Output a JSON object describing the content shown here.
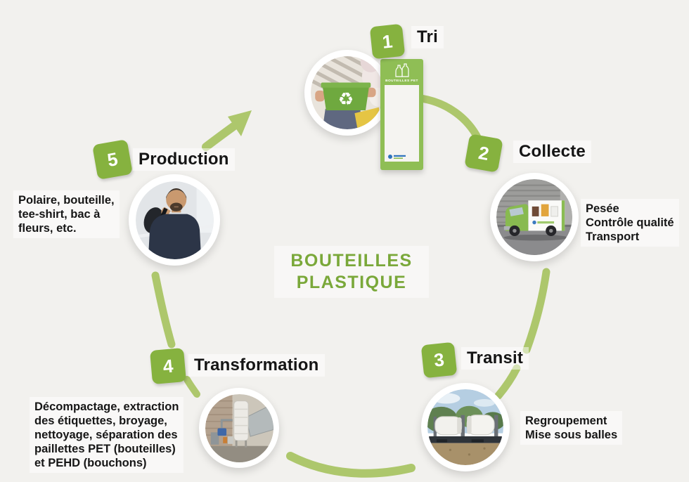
{
  "title": {
    "line1": "BOUTEILLES",
    "line2": "PLASTIQUE"
  },
  "banner": {
    "label": "BOUTEILLES PET"
  },
  "icons": {
    "recycle_symbol": "♻"
  },
  "steps": [
    {
      "number": "1",
      "label": "Tri",
      "details": []
    },
    {
      "number": "2",
      "label": "Collecte",
      "details": [
        "Pesée",
        "Contrôle qualité",
        "Transport"
      ]
    },
    {
      "number": "3",
      "label": "Transit",
      "details": [
        "Regroupement",
        "Mise sous balles"
      ]
    },
    {
      "number": "4",
      "label": "Transformation",
      "details": [
        "Décompactage, extraction",
        "des étiquettes, broyage,",
        "nettoyage, séparation des",
        "paillettes PET (bouteilles)",
        "et PEHD (bouchons)"
      ]
    },
    {
      "number": "5",
      "label": "Production",
      "details": [
        "Polaire, bouteille,",
        "tee-shirt, bac à",
        "fleurs, etc."
      ]
    }
  ],
  "colors": {
    "step_square_green": "#86b23f",
    "connector_green": "#adc76c",
    "title_green": "#7aa83a",
    "banner_green": "#8fbe55",
    "text_black": "#161616",
    "background": "#f2f1ee"
  }
}
